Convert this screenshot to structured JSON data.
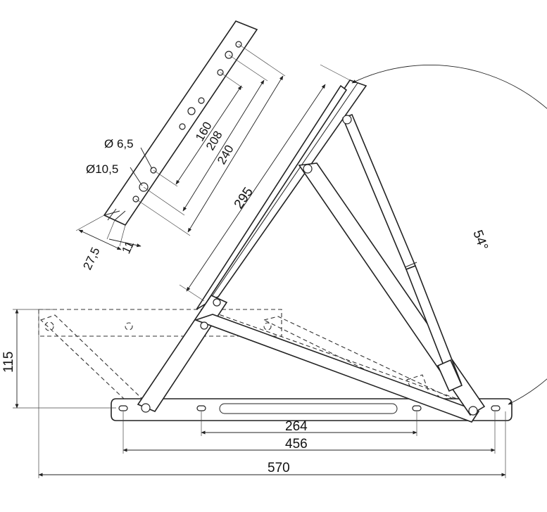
{
  "drawing": {
    "dims": {
      "d570": "570",
      "d456": "456",
      "d264": "264",
      "d115": "115",
      "d295": "295",
      "d54": "54°",
      "d240": "240",
      "d208": "208",
      "d160": "160",
      "d_dia65": "Ø 6,5",
      "d_dia105": "Ø10,5",
      "d11": "11",
      "d275": "27,5"
    }
  }
}
